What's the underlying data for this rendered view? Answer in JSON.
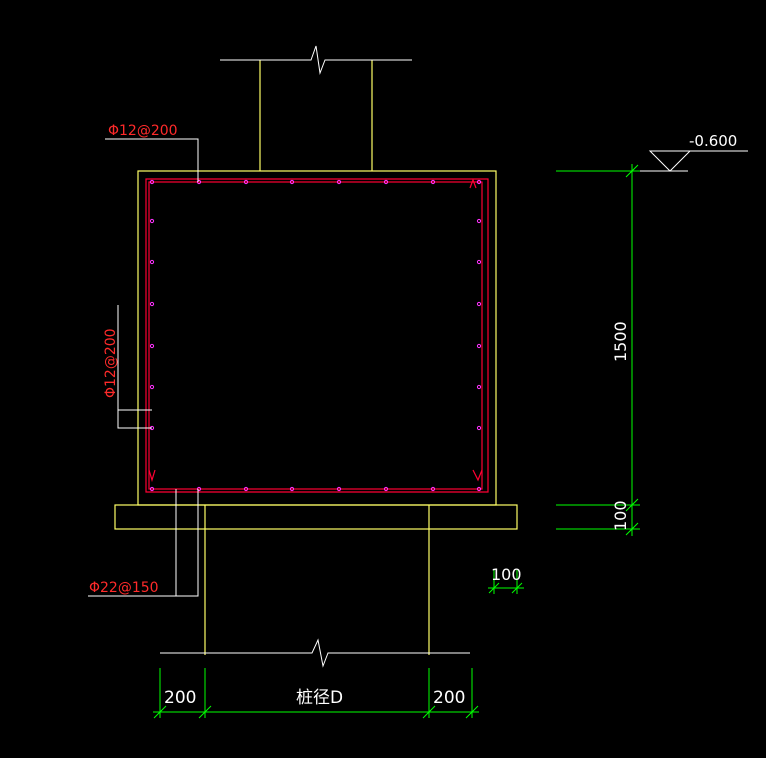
{
  "colors": {
    "background": "#000000",
    "concrete_outline": "#ffff66",
    "rebar": "#ff0033",
    "rebar_dots": "#ff33ff",
    "dimension": "#00ff00",
    "leader": "#ffffff",
    "label_red": "#ff2a2a",
    "label_white": "#ffffff"
  },
  "labels": {
    "top_rebar": "Φ12@200",
    "side_rebar": "Φ12@200",
    "bottom_rebar": "Φ22@150",
    "elevation": "-0.600"
  },
  "dimensions": {
    "cap_height": "1500",
    "cushion_thickness": "100",
    "cushion_overhang": "100",
    "left_edge": "200",
    "pile_diameter": "桩径D",
    "right_edge": "200"
  }
}
